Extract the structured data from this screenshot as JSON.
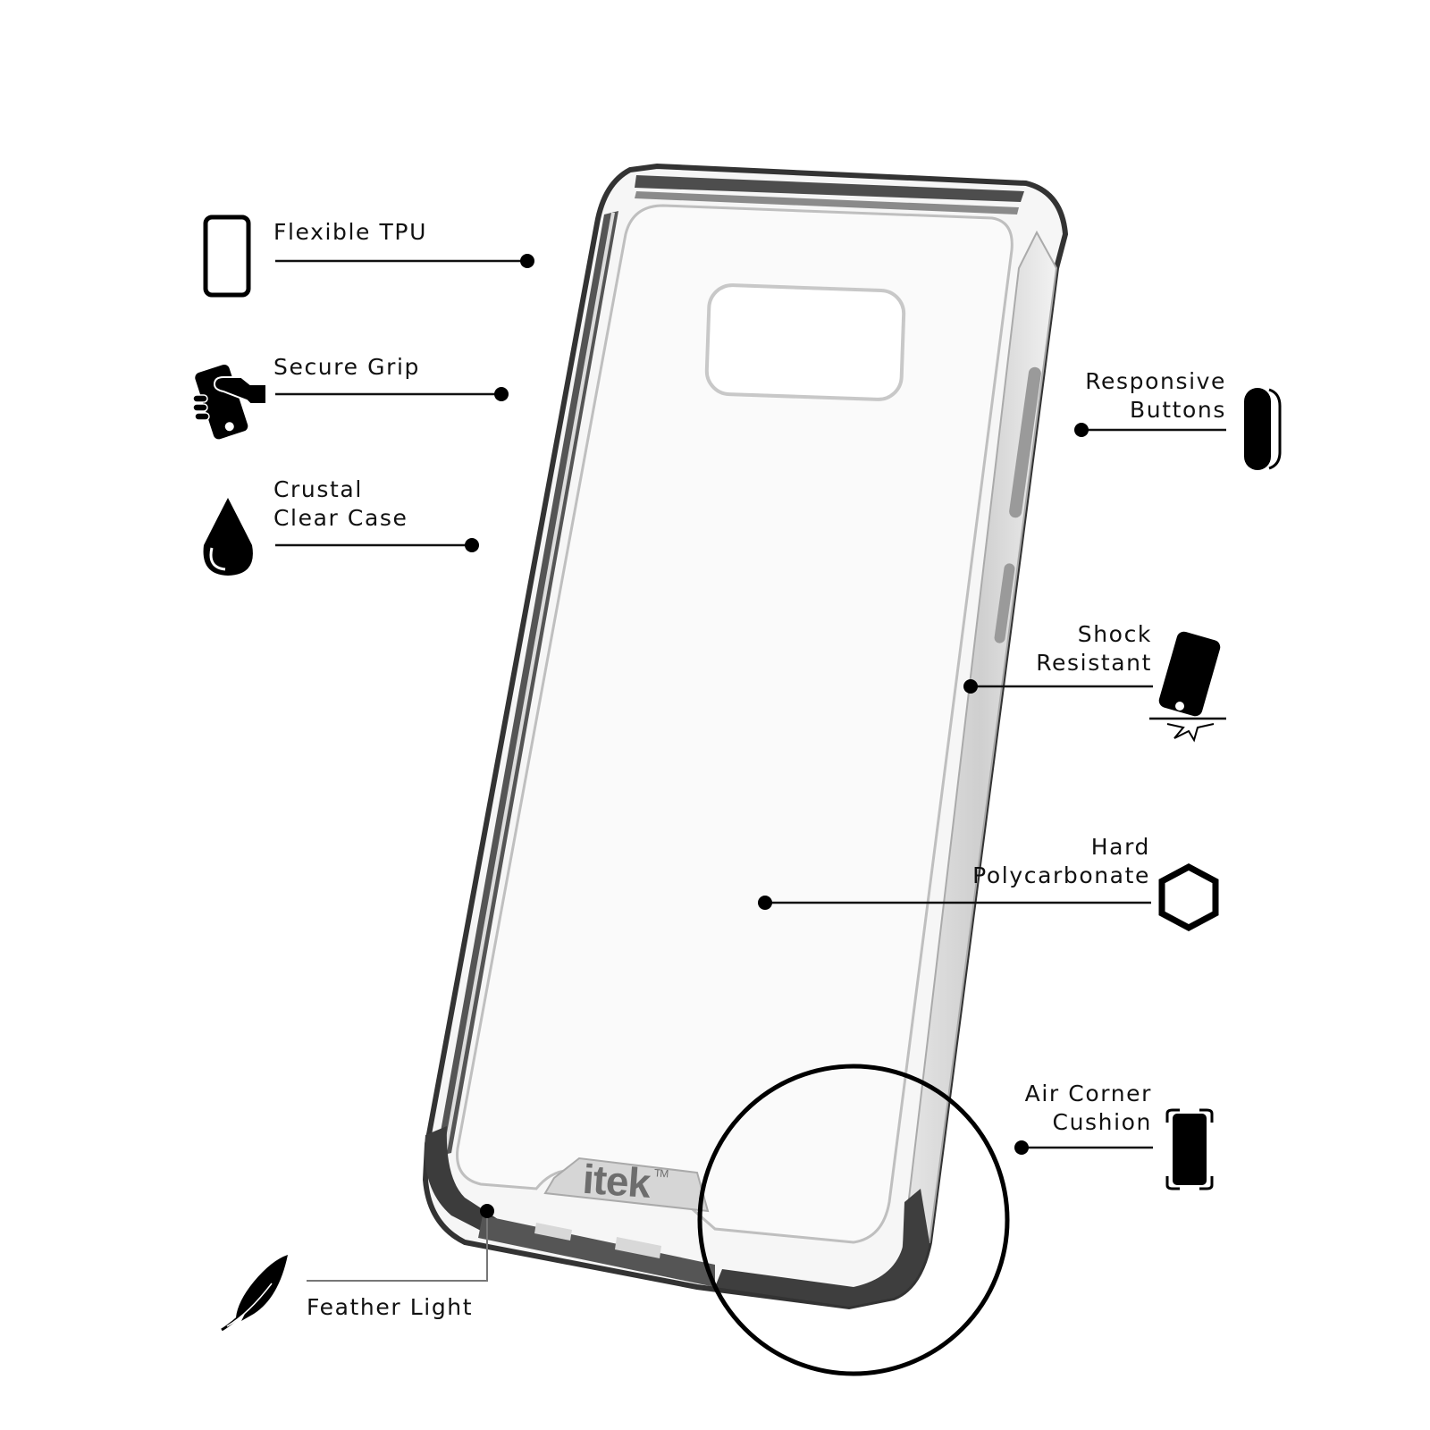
{
  "product": {
    "brand_logo": "itek",
    "trademark": "TM",
    "colors": {
      "background": "#ffffff",
      "ink": "#111111",
      "case_frame": "#4a4a4a",
      "case_clear": "#f4f4f4",
      "logo_gray": "#6d6d6d"
    }
  },
  "features": [
    {
      "id": "flexible-tpu",
      "lines": [
        "Flexible TPU"
      ],
      "icon": "phone-outline-icon",
      "side": "left"
    },
    {
      "id": "secure-grip",
      "lines": [
        "Secure Grip"
      ],
      "icon": "hand-holding-phone-icon",
      "side": "left"
    },
    {
      "id": "crystal-clear",
      "lines": [
        "Crustal",
        "Clear Case"
      ],
      "icon": "water-drop-icon",
      "side": "left"
    },
    {
      "id": "responsive-buttons",
      "lines": [
        "Responsive",
        "Buttons"
      ],
      "icon": "side-button-icon",
      "side": "right"
    },
    {
      "id": "shock-resistant",
      "lines": [
        "Shock",
        "Resistant"
      ],
      "icon": "dropped-phone-impact-icon",
      "side": "right"
    },
    {
      "id": "hard-polycarbonate",
      "lines": [
        "Hard",
        "Polycarbonate"
      ],
      "icon": "hexagon-icon",
      "side": "right"
    },
    {
      "id": "air-corner-cushion",
      "lines": [
        "Air Corner",
        "Cushion"
      ],
      "icon": "phone-corner-brackets-icon",
      "side": "right"
    },
    {
      "id": "feather-light",
      "lines": [
        "Feather Light"
      ],
      "icon": "feather-icon",
      "side": "left"
    }
  ]
}
